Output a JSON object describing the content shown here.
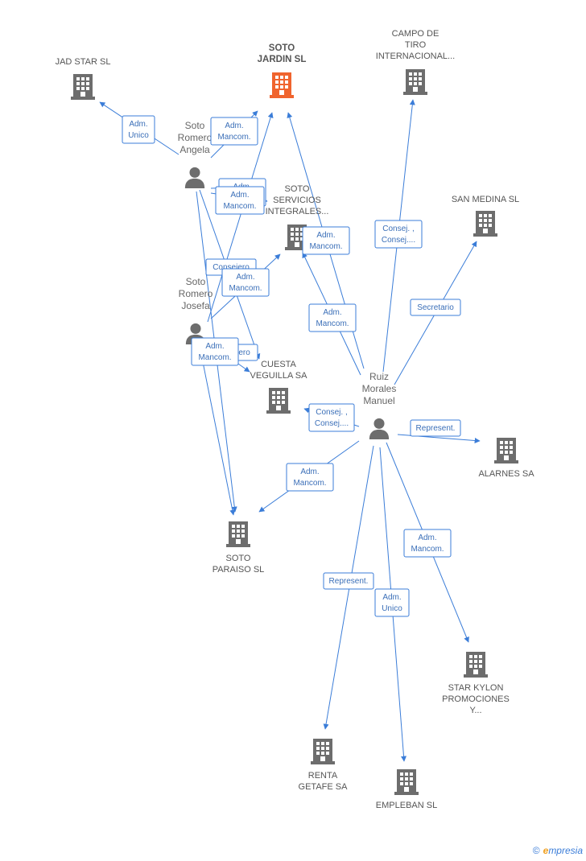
{
  "colors": {
    "edge": "#3b7dd8",
    "building": "#6d6d6d",
    "building_main": "#f0642e",
    "person": "#6d6d6d"
  },
  "companies": [
    {
      "id": "jad_star",
      "lines": [
        "JAD STAR SL"
      ],
      "icon": "building-icon",
      "main": false
    },
    {
      "id": "soto_jardin",
      "lines": [
        "SOTO",
        "JARDIN SL"
      ],
      "icon": "building-icon",
      "main": true
    },
    {
      "id": "campo_tiro",
      "lines": [
        "CAMPO DE",
        "TIRO",
        "INTERNACIONAL..."
      ],
      "icon": "building-icon",
      "main": false
    },
    {
      "id": "soto_servicios",
      "lines": [
        "SOTO",
        "SERVICIOS",
        "INTEGRALES..."
      ],
      "icon": "building-icon",
      "main": false
    },
    {
      "id": "san_medina",
      "lines": [
        "SAN MEDINA SL"
      ],
      "icon": "building-icon",
      "main": false
    },
    {
      "id": "cuesta_veguilla",
      "lines": [
        "CUESTA",
        "VEGUILLA SA"
      ],
      "icon": "building-icon",
      "main": false
    },
    {
      "id": "alarnes",
      "lines": [
        "ALARNES SA"
      ],
      "icon": "building-icon",
      "main": false
    },
    {
      "id": "soto_paraiso",
      "lines": [
        "SOTO",
        "PARAISO SL"
      ],
      "icon": "building-icon",
      "main": false
    },
    {
      "id": "star_kylon",
      "lines": [
        "STAR KYLON",
        "PROMOCIONES",
        "Y..."
      ],
      "icon": "building-icon",
      "main": false
    },
    {
      "id": "renta_getafe",
      "lines": [
        "RENTA",
        "GETAFE SA"
      ],
      "icon": "building-icon",
      "main": false
    },
    {
      "id": "empleban",
      "lines": [
        "EMPLEBAN SL"
      ],
      "icon": "building-icon",
      "main": false
    }
  ],
  "persons": [
    {
      "id": "soto_angela",
      "lines": [
        "Soto",
        "Romero",
        "Angela"
      ],
      "icon": "person-icon"
    },
    {
      "id": "soto_josefa",
      "lines": [
        "Soto",
        "Romero",
        "Josefa"
      ],
      "icon": "person-icon"
    },
    {
      "id": "ruiz_manuel",
      "lines": [
        "Ruiz",
        "Morales",
        "Manuel"
      ],
      "icon": "person-icon"
    }
  ],
  "relations": [
    {
      "id": "r1",
      "from": "soto_angela",
      "to": "jad_star",
      "lines": [
        "Adm.",
        "Unico"
      ]
    },
    {
      "id": "r2",
      "from": "soto_angela",
      "to": "soto_jardin",
      "lines": [
        "Adm.",
        "Mancom."
      ]
    },
    {
      "id": "r3",
      "from": "soto_angela",
      "to": "soto_servicios",
      "lines": [
        "Adm.",
        "Mancom."
      ]
    },
    {
      "id": "r4",
      "from": "soto_angela",
      "to": "cuesta_veguilla",
      "lines": [
        "Consejero"
      ]
    },
    {
      "id": "r5",
      "from": "soto_angela",
      "to": "soto_paraiso",
      "lines": [
        "Adm.",
        "Mancom."
      ]
    },
    {
      "id": "r6",
      "from": "soto_josefa",
      "to": "soto_jardin",
      "lines": [
        "Consejero"
      ]
    },
    {
      "id": "r7",
      "from": "soto_josefa",
      "to": "soto_servicios",
      "lines": [
        "Adm.",
        "Mancom."
      ]
    },
    {
      "id": "r8",
      "from": "soto_josefa",
      "to": "cuesta_veguilla",
      "lines": [
        "Consejero"
      ]
    },
    {
      "id": "r9",
      "from": "soto_josefa",
      "to": "soto_paraiso",
      "lines": [
        "Adm.",
        "Mancom."
      ]
    },
    {
      "id": "r10",
      "from": "soto_angela",
      "to": "soto_servicios",
      "lines": [
        "Adm.",
        "Mancom."
      ]
    },
    {
      "id": "r11",
      "from": "ruiz_manuel",
      "to": "soto_jardin",
      "lines": [
        "Adm.",
        "Mancom."
      ]
    },
    {
      "id": "r12",
      "from": "ruiz_manuel",
      "to": "soto_servicios",
      "lines": [
        "Adm.",
        "Mancom."
      ]
    },
    {
      "id": "r13",
      "from": "ruiz_manuel",
      "to": "campo_tiro",
      "lines": [
        "Consej. ,",
        "Consej...."
      ]
    },
    {
      "id": "r14",
      "from": "ruiz_manuel",
      "to": "san_medina",
      "lines": [
        "Secretario"
      ]
    },
    {
      "id": "r15",
      "from": "ruiz_manuel",
      "to": "cuesta_veguilla",
      "lines": [
        "Consej. ,",
        "Consej...."
      ]
    },
    {
      "id": "r16",
      "from": "ruiz_manuel",
      "to": "alarnes",
      "lines": [
        "Represent."
      ]
    },
    {
      "id": "r17",
      "from": "ruiz_manuel",
      "to": "soto_paraiso",
      "lines": [
        "Adm.",
        "Mancom."
      ]
    },
    {
      "id": "r18",
      "from": "ruiz_manuel",
      "to": "star_kylon",
      "lines": [
        "Adm.",
        "Mancom."
      ]
    },
    {
      "id": "r19",
      "from": "ruiz_manuel",
      "to": "renta_getafe",
      "lines": [
        "Represent."
      ]
    },
    {
      "id": "r20",
      "from": "ruiz_manuel",
      "to": "empleban",
      "lines": [
        "Adm.",
        "Unico"
      ]
    }
  ],
  "watermark": {
    "copyright": "©",
    "brand_first": "e",
    "brand_rest": "mpresia"
  }
}
